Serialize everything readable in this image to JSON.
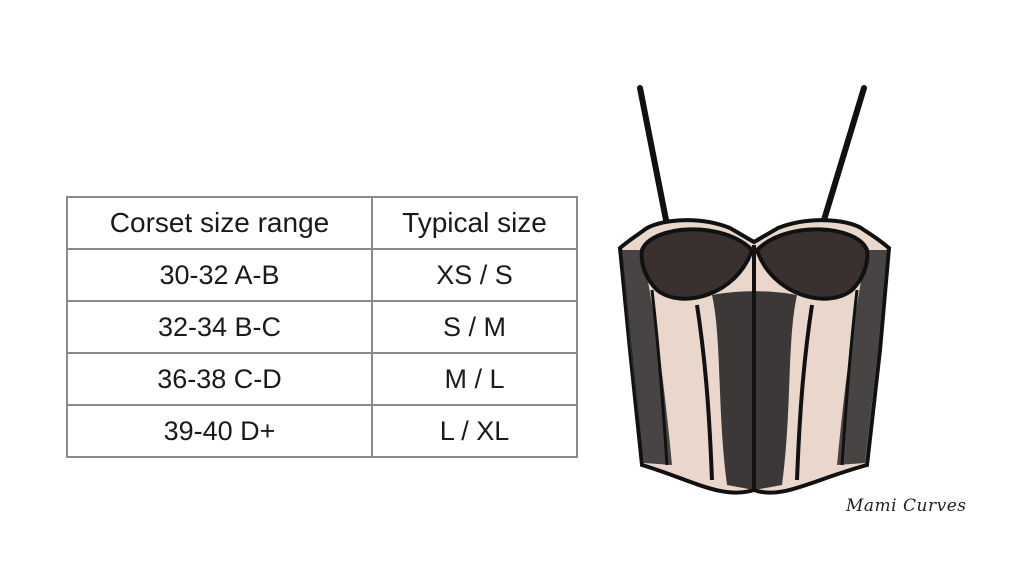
{
  "size_chart": {
    "headers": [
      "Corset size range",
      "Typical size"
    ],
    "rows": [
      {
        "range": "30-32 A-B",
        "size": "XS / S"
      },
      {
        "range": "32-34 B-C",
        "size": "S / M"
      },
      {
        "range": "36-38 C-D",
        "size": "M / L"
      },
      {
        "range": "39-40 D+",
        "size": "L / XL"
      }
    ]
  },
  "product": {
    "description": "Black lace corset bustier with nude mesh lining and thin straps",
    "colors": {
      "lace": "#1a1a1a",
      "lining": "#e9d7cc"
    }
  },
  "brand": {
    "name": "Mami Curves"
  }
}
